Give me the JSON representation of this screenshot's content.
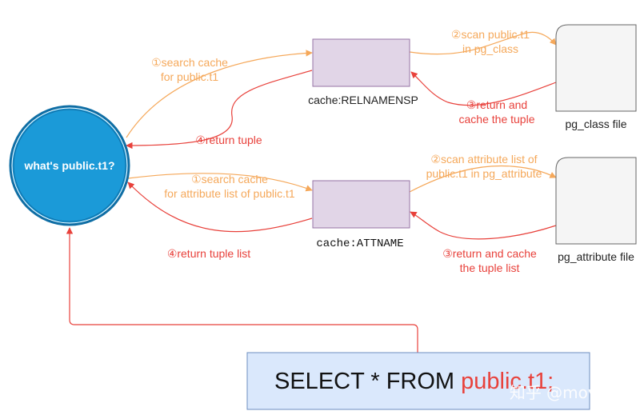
{
  "circle": {
    "label": "what's public.t1?"
  },
  "caches": {
    "relnamensp": {
      "label": "cache:RELNAMENSP"
    },
    "attname": {
      "label": "cache:ATTNAME"
    }
  },
  "files": {
    "pg_class": {
      "label": "pg_class file"
    },
    "pg_attribute": {
      "label": "pg_attribute file"
    }
  },
  "query": {
    "prefix": "SELECT * FROM ",
    "highlight": "public.t1;"
  },
  "steps_top": {
    "search_1": "①search cache",
    "search_2": "for public.t1",
    "scan_1": "②scan public.t1",
    "scan_2": "in pg_class",
    "return_1": "③return and",
    "return_2": "cache the tuple",
    "return_tuple": "④return tuple"
  },
  "steps_bottom": {
    "search_1": "①search cache",
    "search_2": "for attribute list of public.t1",
    "scan_1": "②scan attribute list of",
    "scan_2": "public.t1 in pg_attribute",
    "return_1": "③return and cache",
    "return_2": "the tuple list",
    "return_list": "④return tuple list"
  },
  "watermark": "知乎 @movead",
  "colors": {
    "circle_fill": "#1b9ad8",
    "circle_stroke": "#0f6ea5",
    "cache_fill": "#e1d5e7",
    "cache_stroke": "#9673a6",
    "file_fill": "#f5f5f5",
    "file_stroke": "#666666",
    "query_fill": "#dae8fc",
    "query_stroke": "#6c8ebf",
    "orange": "#f5a85a",
    "red": "#e8413b"
  }
}
